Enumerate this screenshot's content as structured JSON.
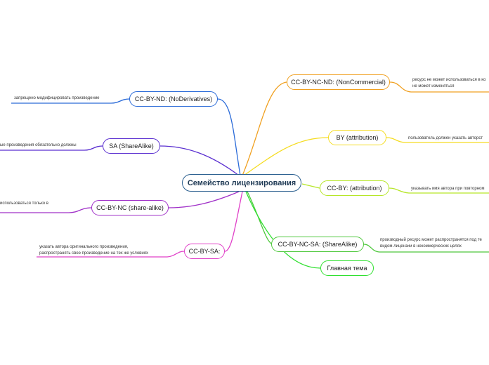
{
  "root": {
    "label": "Семейство лицензирования"
  },
  "branches": {
    "cc_by_nc_nd": {
      "label": "CC-BY-NC-ND: (NonCommercial)",
      "color": "#f0a020",
      "note": [
        "ресурс не может использоваться в ко",
        "не может изменяться"
      ]
    },
    "by_attribution": {
      "label": "BY (attribution)",
      "color": "#f5dc20",
      "note": [
        "пользователь должен указать авторст"
      ]
    },
    "cc_by_attribution": {
      "label": "CC-BY: (attribution)",
      "color": "#b6e628",
      "note": [
        "указывать имя автора при повторном"
      ]
    },
    "cc_by_nc_sa": {
      "label": "CC-BY-NC-SA: (ShareAlike)",
      "color": "#4ec83c",
      "note": [
        "производный ресурс может распространятся под те",
        "видом лицензии в некоммерческих целях"
      ]
    },
    "main_topic": {
      "label": "Главная тема",
      "color": "#30e030"
    },
    "cc_by_nd": {
      "label": "CC-BY-ND: (NoDerivatives)",
      "color": "#2b6bd8",
      "note": [
        "запрещено модифицировать произведение"
      ]
    },
    "sa": {
      "label": "SA (ShareAlike)",
      "color": "#5a2fd0",
      "note": [
        "ые произведения обязательно должны"
      ]
    },
    "cc_by_nc": {
      "label": "CC-BY-NC (share-alike)",
      "color": "#a030c8",
      "note": [
        "использоваться только в"
      ]
    },
    "cc_by_sa": {
      "label": "CC-BY-SA:",
      "color": "#e040c8",
      "note": [
        "указать автора оригинального произведения,",
        "распространять свое произведение на тех же условиях"
      ]
    }
  }
}
